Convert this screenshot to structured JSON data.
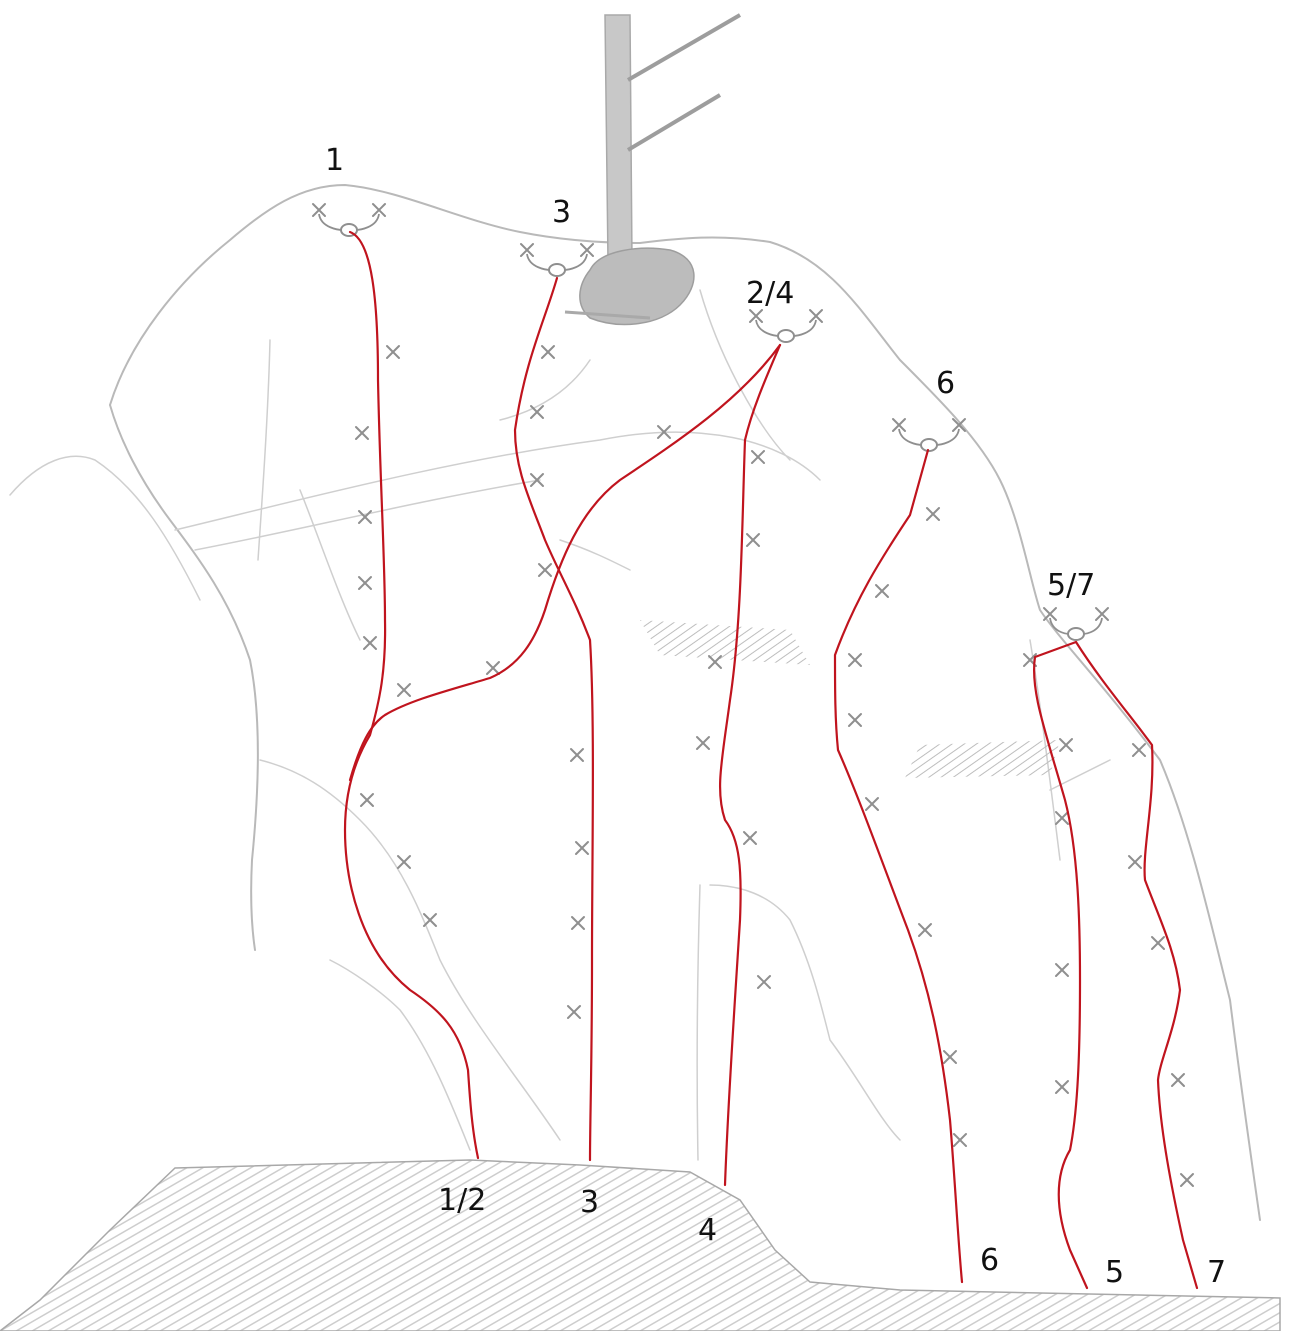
{
  "colors": {
    "route": "#c0141e",
    "bolt": "#8f8f8f",
    "pencil": "#b9b9b9",
    "ground": "#d4d4d4"
  },
  "top_labels": [
    {
      "id": "anchor-label-1",
      "text": "1"
    },
    {
      "id": "anchor-label-3",
      "text": "3"
    },
    {
      "id": "anchor-label-2-4",
      "text": "2/4"
    },
    {
      "id": "anchor-label-6",
      "text": "6"
    },
    {
      "id": "anchor-label-5-7",
      "text": "5/7"
    }
  ],
  "bottom_labels": [
    {
      "id": "start-label-1-2",
      "text": "1/2"
    },
    {
      "id": "start-label-3",
      "text": "3"
    },
    {
      "id": "start-label-4",
      "text": "4"
    },
    {
      "id": "start-label-6",
      "text": "6"
    },
    {
      "id": "start-label-5",
      "text": "5"
    },
    {
      "id": "start-label-7",
      "text": "7"
    }
  ],
  "routes": [
    "1",
    "2",
    "3",
    "4",
    "5",
    "6",
    "7"
  ]
}
